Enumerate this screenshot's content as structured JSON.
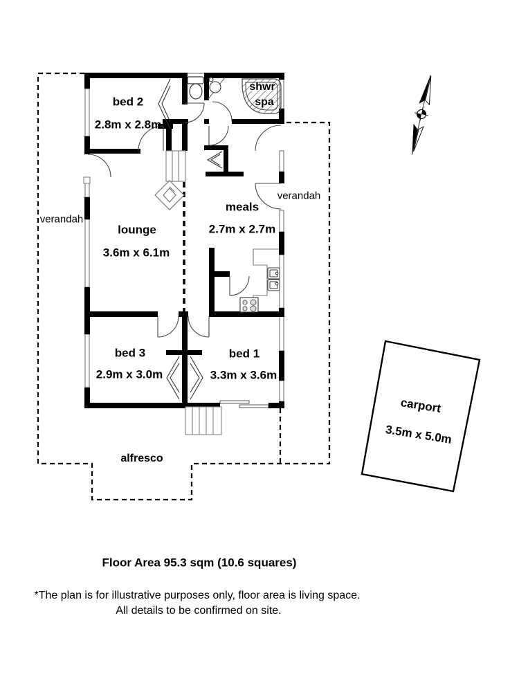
{
  "rooms": {
    "bed2": {
      "label": "bed 2",
      "dims": "2.8m x 2.8m"
    },
    "lounge": {
      "label": "lounge",
      "dims": "3.6m x 6.1m"
    },
    "meals": {
      "label": "meals",
      "dims": "2.7m x 2.7m"
    },
    "bed3": {
      "label": "bed 3",
      "dims": "2.9m x 3.0m"
    },
    "bed1": {
      "label": "bed 1",
      "dims": "3.3m x 3.6m"
    },
    "carport": {
      "label": "carport",
      "dims": "3.5m x 5.0m"
    }
  },
  "bath": {
    "shower_label": "shwr",
    "spa_label": "spa"
  },
  "outdoor": {
    "verandah_left": "verandah",
    "verandah_right": "verandah",
    "alfresco": "alfresco"
  },
  "footer": {
    "floor_area": "Floor Area 95.3 sqm (10.6 squares)",
    "note_line1": "*The plan is for illustrative purposes only, floor area is living space.",
    "note_line2": "All details to be confirmed on site."
  },
  "colors": {
    "wall": "#000000",
    "thin_line": "#777777",
    "background": "#ffffff"
  }
}
